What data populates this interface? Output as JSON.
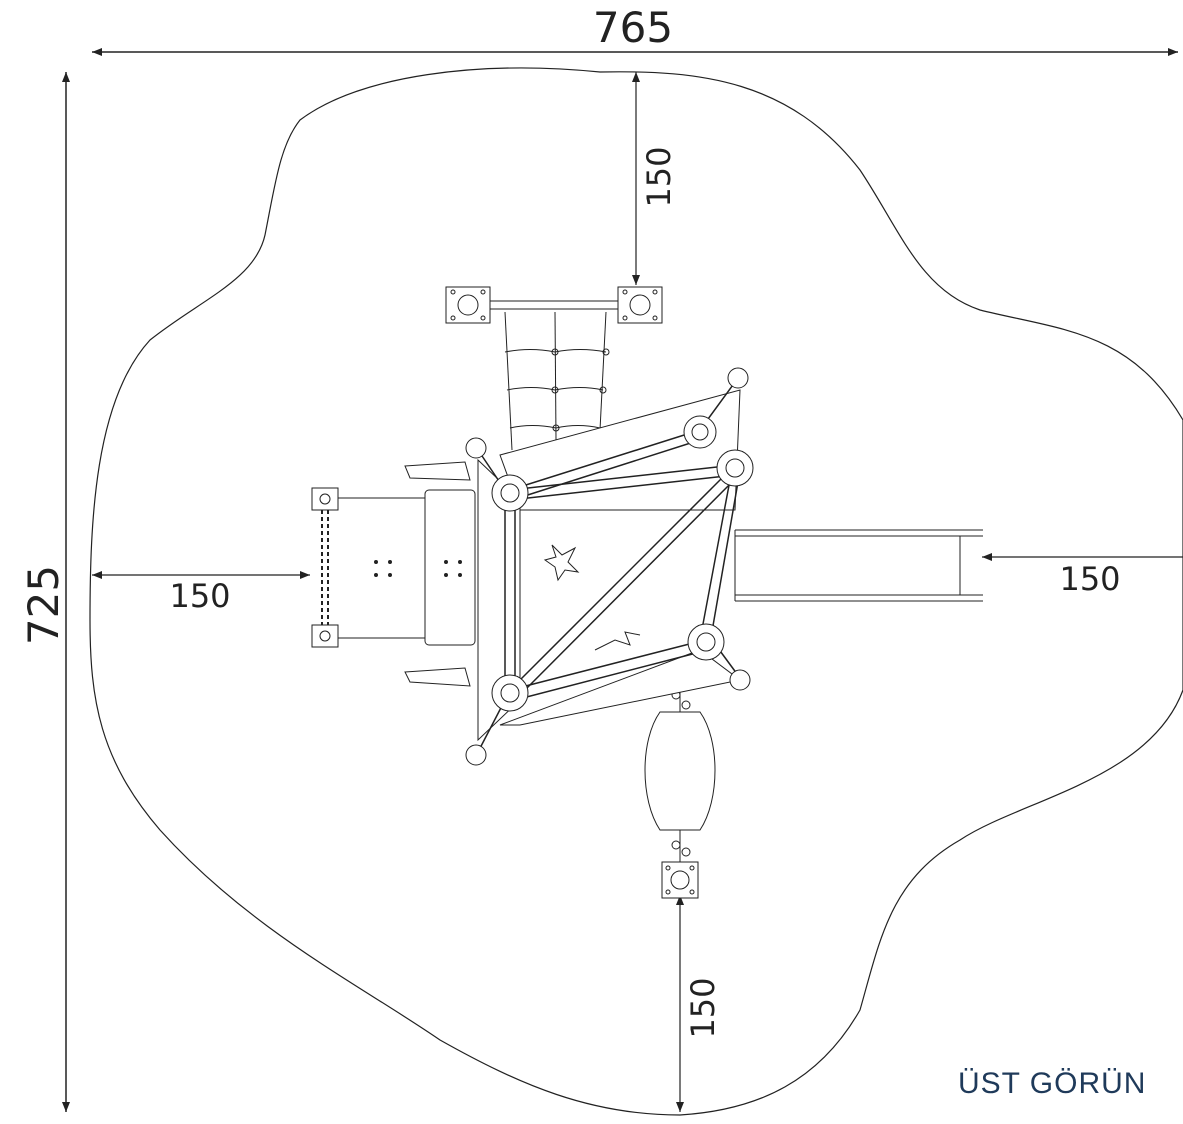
{
  "dimensions": {
    "overall_width": "765",
    "overall_height": "725",
    "clearance_top": "150",
    "clearance_left": "150",
    "clearance_right": "150",
    "clearance_bottom": "150"
  },
  "view_title": "ÜST GÖRÜN",
  "colors": {
    "line": "#222222",
    "title": "#1f3a5a",
    "background": "#ffffff"
  }
}
